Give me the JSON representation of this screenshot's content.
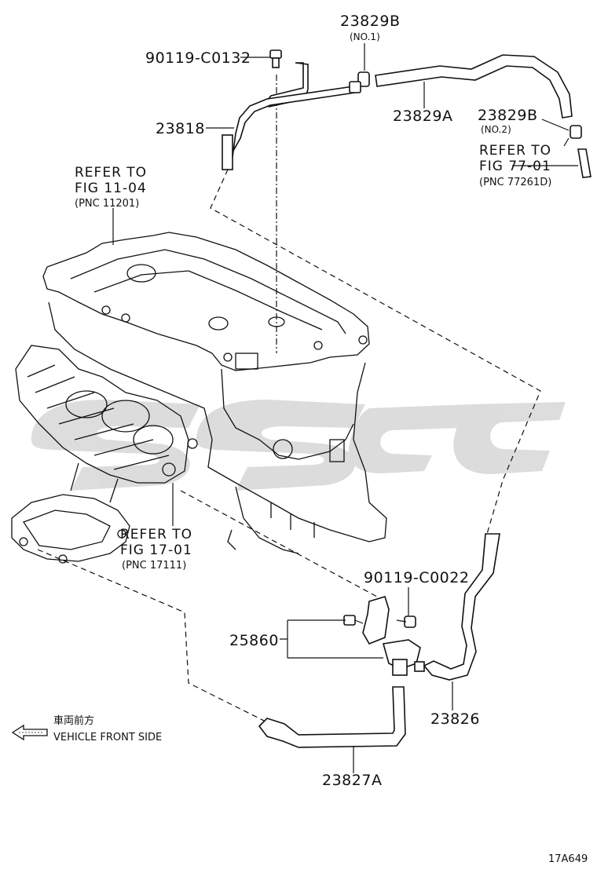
{
  "labels": {
    "bolt_top": "90119-C0132",
    "clamp_no1_code": "23829B",
    "clamp_no1_note": "(NO.1)",
    "hose_upper": "23829A",
    "clamp_no2_code": "23829B",
    "clamp_no2_note": "(NO.2)",
    "pipe_upper": "23818",
    "refer_77_line1": "REFER TO",
    "refer_77_line2": "FIG 77-01",
    "refer_77_pnc": "(PNC 77261D)",
    "refer_11_line1": "REFER TO",
    "refer_11_line2": "FIG 11-04",
    "refer_11_pnc": "(PNC 11201)",
    "refer_17_line1": "REFER TO",
    "refer_17_line2": "FIG 17-01",
    "refer_17_pnc": "(PNC 17111)",
    "bolt_lower": "90119-C0022",
    "vsv": "25860",
    "hose_right": "23826",
    "hose_lower": "23827A",
    "front_jp": "車両前方",
    "front_en": "VEHICLE FRONT SIDE",
    "figure_id": "17A649"
  },
  "watermark": {
    "text": "ssgc",
    "color": "#d9d9d9"
  },
  "colors": {
    "ink": "#111111",
    "background": "#ffffff"
  }
}
